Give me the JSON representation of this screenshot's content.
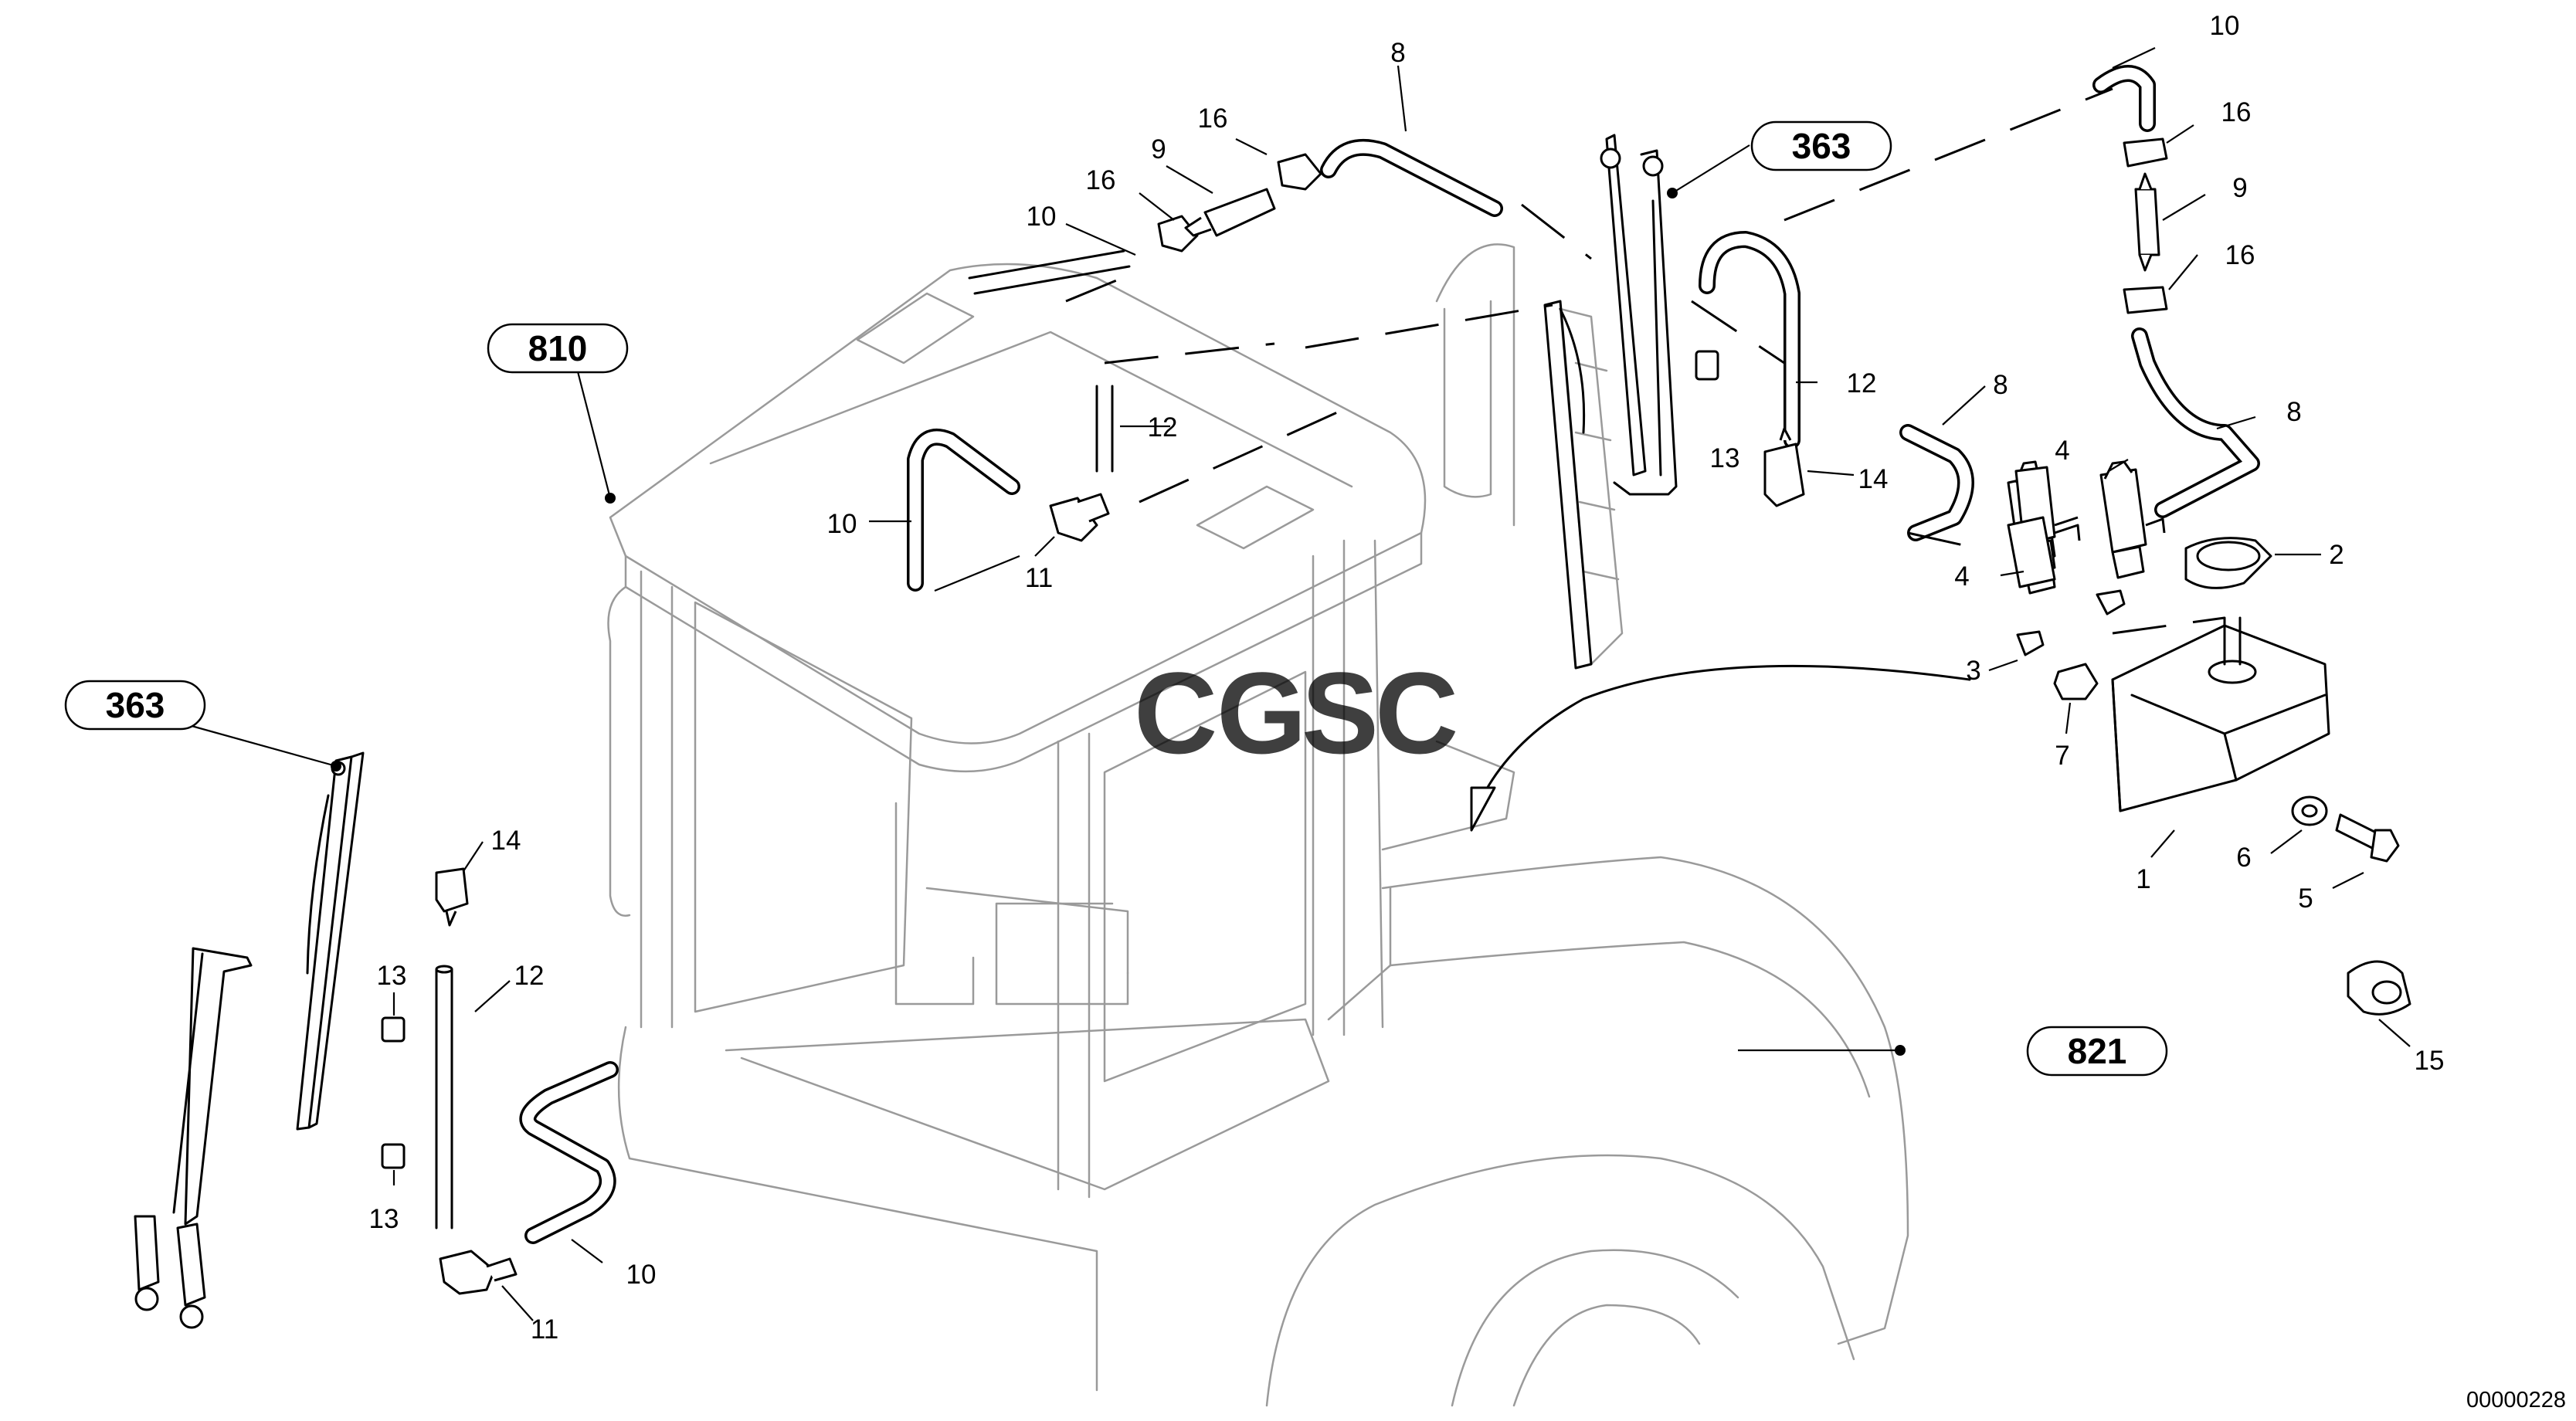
{
  "diagram": {
    "groups": [
      "810",
      "363",
      "363",
      "821"
    ],
    "part_numbers": [
      "1",
      "2",
      "3",
      "4",
      "4",
      "5",
      "6",
      "7",
      "8",
      "8",
      "8",
      "9",
      "9",
      "10",
      "10",
      "10",
      "10",
      "11",
      "11",
      "12",
      "12",
      "12",
      "13",
      "13",
      "13",
      "14",
      "14",
      "15",
      "16",
      "16",
      "16",
      "16"
    ],
    "drawing_code": "00000228"
  },
  "watermark": {
    "text": "CGSC",
    "colors": [
      "#4285f4",
      "#ea4335",
      "#fbbc05",
      "#34a853"
    ]
  },
  "colors": {
    "ink": "#000000",
    "outline": "#9a9a9a"
  }
}
